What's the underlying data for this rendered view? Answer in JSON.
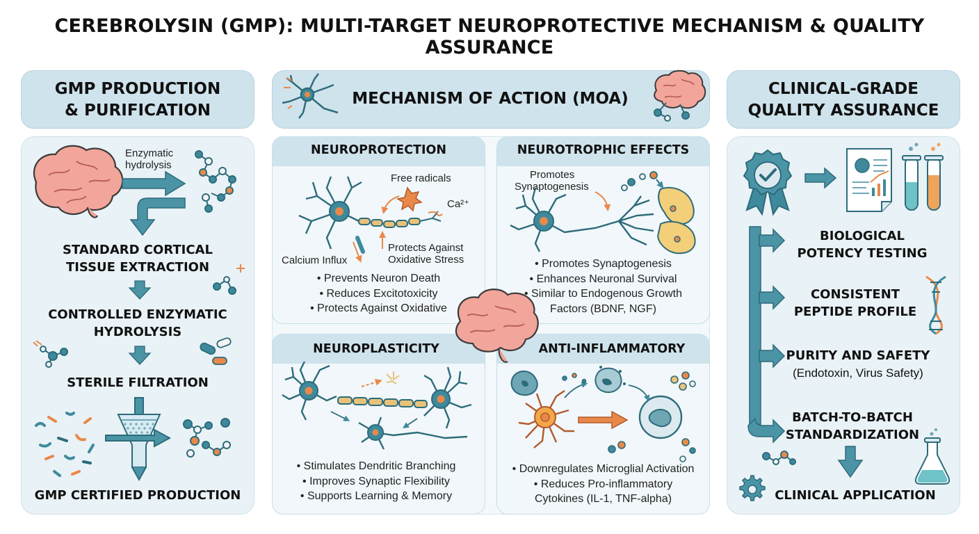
{
  "title": "CEREBROLYSIN (GMP): MULTI-TARGET NEUROPROTECTIVE MECHANISM & QUALITY ASSURANCE",
  "production": {
    "heading": [
      "GMP PRODUCTION",
      "& PURIFICATION"
    ],
    "enzymatic_label": [
      "Enzymatic",
      "hydrolysis"
    ],
    "steps": [
      [
        "STANDARD CORTICAL",
        "TISSUE EXTRACTION"
      ],
      [
        "CONTROLLED ENZYMATIC",
        "HYDROLYSIS"
      ],
      [
        "STERILE FILTRATION"
      ],
      [
        "GMP CERTIFIED PRODUCTION"
      ]
    ]
  },
  "moa": {
    "heading": "MECHANISM OF ACTION (MOA)",
    "neuroprotection": {
      "title": "NEUROPROTECTION",
      "labels": {
        "free_radicals": "Free radicals",
        "calcium_symbol": "Ca²⁺",
        "calcium_influx": "Calcium Influx",
        "protects": [
          "Protects Against",
          "Oxidative Stress"
        ]
      },
      "bullets": [
        "• Prevents Neuron Death",
        "• Reduces Excitotoxicity",
        "• Protects Against Oxidative"
      ]
    },
    "neurotrophic": {
      "title": "NEUROTROPHIC EFFECTS",
      "labels": {
        "promotes": [
          "Promotes",
          "Synaptogenesis"
        ]
      },
      "bullets": [
        "• Promotes Synaptogenesis",
        "• Enhances Neuronal Survival",
        "• Similar to Endogenous Growth",
        "Factors (BDNF, NGF)"
      ]
    },
    "neuroplasticity": {
      "title": "NEUROPLASTICITY",
      "bullets": [
        "• Stimulates Dendritic Branching",
        "• Improves Synaptic Flexibility",
        "• Supports Learning & Memory"
      ]
    },
    "anti_inflammatory": {
      "title": "ANTI-INFLAMMATORY",
      "bullets": [
        "• Downregulates Microglial Activation",
        "• Reduces Pro-inflammatory",
        "Cytokines (IL-1, TNF-alpha)"
      ]
    }
  },
  "qa": {
    "heading": [
      "CLINICAL-GRADE",
      "QUALITY ASSURANCE"
    ],
    "items": [
      {
        "lines": [
          "BIOLOGICAL",
          "POTENCY TESTING"
        ]
      },
      {
        "lines": [
          "CONSISTENT",
          "PEPTIDE PROFILE"
        ]
      },
      {
        "lines": [
          "PURITY AND SAFETY"
        ],
        "sub": "(Endotoxin, Virus Safety)"
      },
      {
        "lines": [
          "BATCH-TO-BATCH",
          "STANDARDIZATION"
        ]
      }
    ],
    "final": "CLINICAL APPLICATION"
  },
  "colors": {
    "teal": "#3e8a9c",
    "teal_dark": "#2d6b7a",
    "orange": "#e8894a",
    "brain_pink": "#f2a59a",
    "panel_bg": "#e9f2f6",
    "header_bg": "#cfe3ec"
  },
  "icons": [
    "brain-icon",
    "peptide-molecule-icon",
    "filter-funnel-icon",
    "neuron-icon",
    "quality-badge-icon",
    "certificate-icon",
    "test-tubes-icon",
    "dna-icon",
    "flask-icon",
    "gear-icon",
    "microglia-cell-icon",
    "macrophage-icon"
  ]
}
